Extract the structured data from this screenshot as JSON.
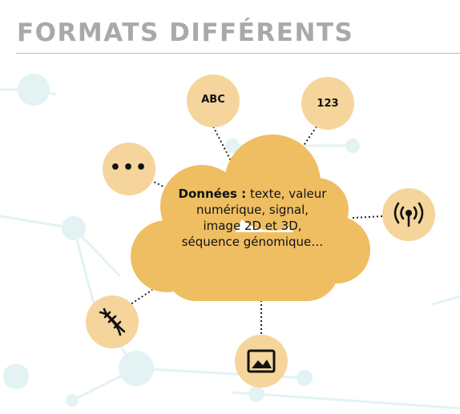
{
  "title": "FORMATS DIFFÉRENTS",
  "cloud": {
    "bold_text": "Données :",
    "text": "texte, valeur numérique, signal, image 2D et 3D, séquence génomique…"
  },
  "nodes": {
    "abc": "ABC",
    "num": "123",
    "more": "•••",
    "signal_icon": "broadcast-signal-icon",
    "dna_icon": "dna-helix-icon",
    "image_icon": "image-icon"
  },
  "colors": {
    "cloud": "#efbe62",
    "node": "#f5d59c",
    "title": "#a9a9a9",
    "network": "#dff1f1"
  }
}
